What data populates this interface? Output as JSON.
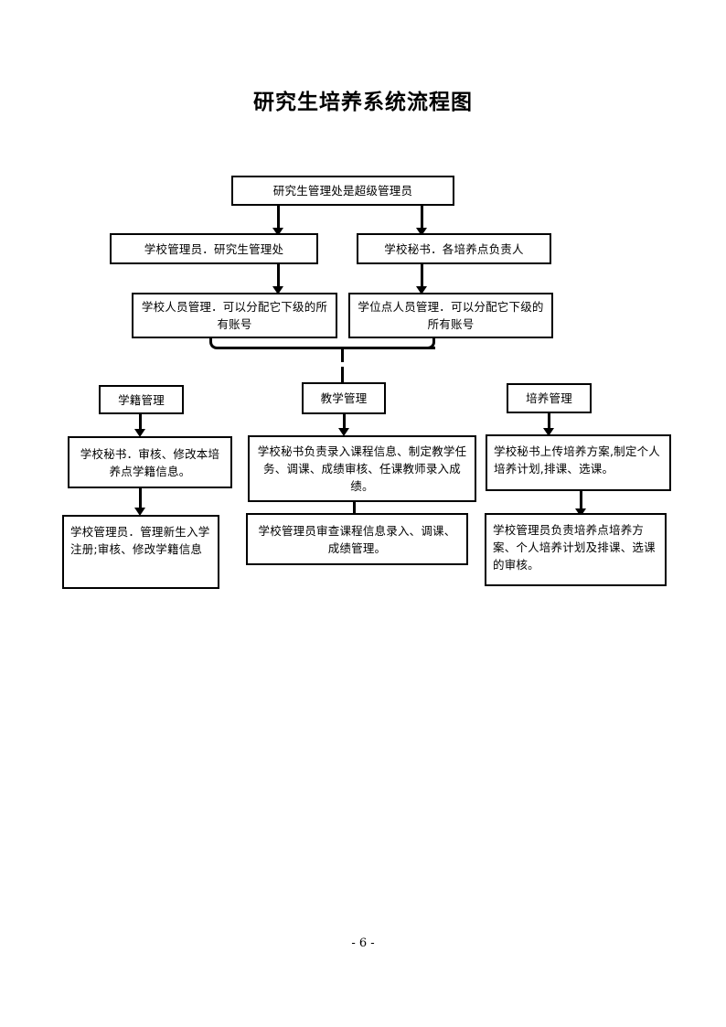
{
  "document": {
    "title": "研究生培养系统流程图",
    "page_label": "- 6 -"
  },
  "flowchart": {
    "type": "flowchart",
    "nodes": {
      "root": "研究生管理处是超级管理员",
      "admin_school": "学校管理员．研究生管理处",
      "secretary_school": "学校秘书．各培养点负责人",
      "school_staff_mgmt": "学校人员管理．可以分配它下级的所有账号",
      "degree_point_staff_mgmt": "学位点人员管理．可以分配它下级的所有账号",
      "cat_student_status": "学籍管理",
      "cat_teaching": "教学管理",
      "cat_cultivation": "培养管理",
      "status_secretary": "学校秘书．审核、修改本培养点学籍信息。",
      "status_admin": "学校管理员．管理新生入学注册;审核、修改学籍信息",
      "teaching_secretary": "学校秘书负责录入课程信息、制定教学任务、调课、成绩审核、任课教师录入成绩。",
      "teaching_admin": "学校管理员审查课程信息录入、调课、成绩管理。",
      "cultivation_secretary": "学校秘书上传培养方案,制定个人培养计划,排课、选课。",
      "cultivation_admin": "学校管理员负责培养点培养方案、个人培养计划及排课、选课的审核。"
    },
    "edges": [
      {
        "from": "root",
        "to": "admin_school"
      },
      {
        "from": "root",
        "to": "secretary_school"
      },
      {
        "from": "admin_school",
        "to": "school_staff_mgmt"
      },
      {
        "from": "secretary_school",
        "to": "degree_point_staff_mgmt"
      },
      {
        "from": "school_staff_mgmt",
        "to": "cat_teaching"
      },
      {
        "from": "degree_point_staff_mgmt",
        "to": "cat_teaching"
      },
      {
        "from": "cat_student_status",
        "to": "status_secretary"
      },
      {
        "from": "status_secretary",
        "to": "status_admin"
      },
      {
        "from": "cat_teaching",
        "to": "teaching_secretary"
      },
      {
        "from": "teaching_secretary",
        "to": "teaching_admin"
      },
      {
        "from": "cat_cultivation",
        "to": "cultivation_secretary"
      },
      {
        "from": "cultivation_secretary",
        "to": "cultivation_admin"
      }
    ],
    "colors": {
      "stroke": "#000000",
      "fill": "#ffffff",
      "text": "#000000"
    }
  }
}
